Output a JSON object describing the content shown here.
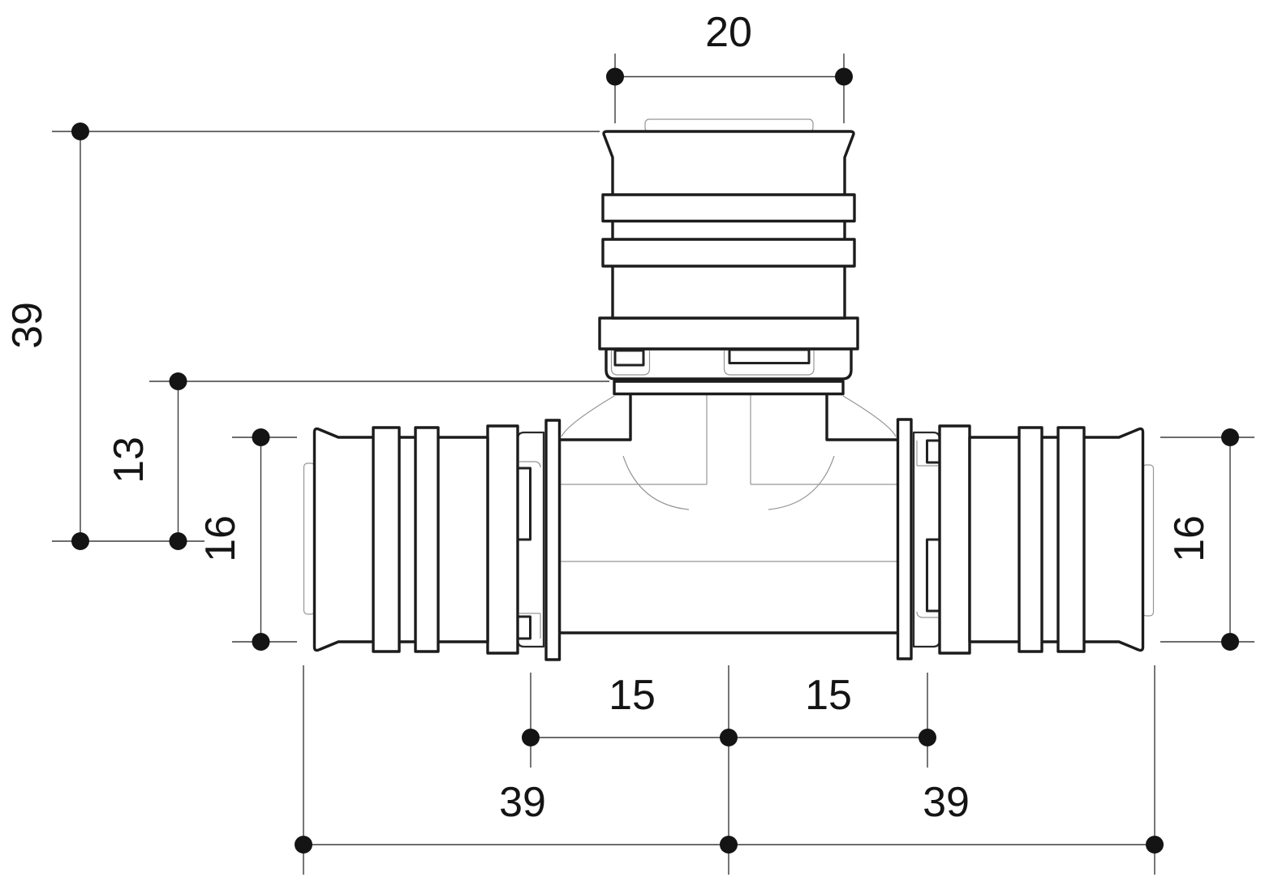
{
  "drawing": {
    "background": "#ffffff",
    "outline_color": "#1c1c1c",
    "thin_line_color": "#969696",
    "dimension_color": "#141414"
  },
  "dims": {
    "top_width": "20",
    "overall_height": "39",
    "shoulder_height": "13",
    "left_diameter": "16",
    "right_diameter": "16",
    "center_to_left": "15",
    "center_to_right": "15",
    "left_end_to_center": "39",
    "right_end_to_center": "39"
  }
}
